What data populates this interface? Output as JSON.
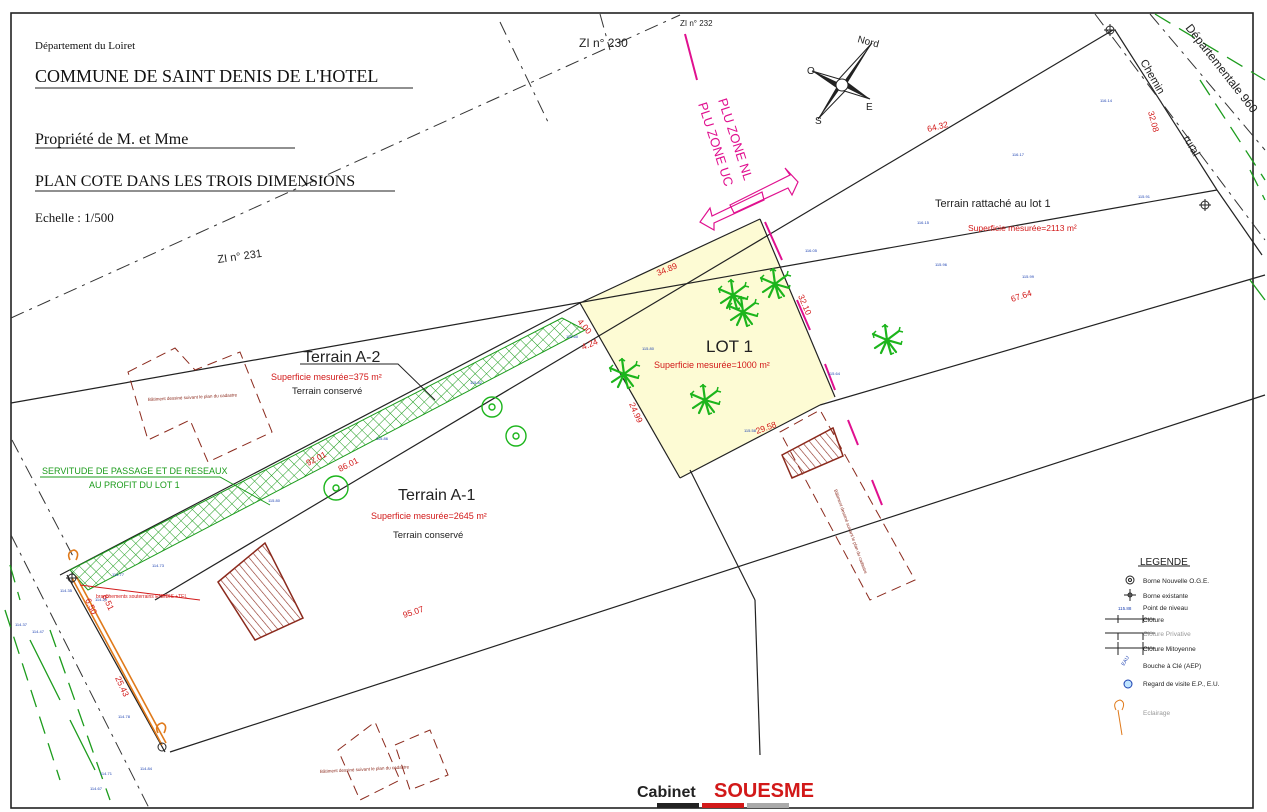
{
  "header": {
    "department": "Département du Loiret",
    "commune": "COMMUNE DE SAINT DENIS DE L'HOTEL",
    "owner": "Propriété de M. et Mme",
    "plan_title": "PLAN COTE DANS LES TROIS DIMENSIONS",
    "scale": "Echelle : 1/500"
  },
  "cadastre": {
    "zi230": "ZI n° 230",
    "zi232": "ZI n° 232",
    "zi231": "ZI n° 231"
  },
  "zones": {
    "nl": "PLU ZONE NL",
    "uc": "PLU ZONE UC"
  },
  "compass": {
    "n": "Nord",
    "o": "O",
    "s": "S",
    "e": "E"
  },
  "roads": {
    "departementale": "Départementale 960",
    "chemin": "Chemin",
    "rural": "rural"
  },
  "parcels": {
    "lot1": {
      "name": "LOT 1",
      "area": "Superficie mesurée=1000 m²"
    },
    "a2": {
      "name": "Terrain A-2",
      "area": "Superficie mesurée=375 m²",
      "status": "Terrain conservé"
    },
    "a1": {
      "name": "Terrain A-1",
      "area": "Superficie mesurée=2645 m²",
      "status": "Terrain conservé"
    },
    "attached": {
      "name": "Terrain rattaché au lot 1",
      "area": "Superficie mesurée=2113 m²"
    }
  },
  "servitude": {
    "line1": "SERVITUDE DE PASSAGE ET DE RESEAUX",
    "line2": "AU PROFIT DU LOT 1"
  },
  "buildings": {
    "cadastre_label": "Bâtiment dessiné suivant le plan du cadastre",
    "branchement": "branchements souterrains ENEDIS +TEL"
  },
  "dimensions": {
    "d6432": "64.32",
    "d3208": "32.08",
    "d3489": "34.89",
    "d3210": "32.10",
    "d6764": "67.64",
    "d400": "4.00",
    "d424": "4.24",
    "d2499": "24.99",
    "d2958": "29.58",
    "d9201": "92.01",
    "d8601": "86.01",
    "d9507": "95.07",
    "d2543": "25.43",
    "d851": "8.51",
    "d650": "6.50"
  },
  "levels": [
    "116.14",
    "116.17",
    "115.91",
    "116.15",
    "115.96",
    "116.05",
    "115.99",
    "115.80",
    "115.64",
    "115.58",
    "115.60",
    "115.82",
    "115.86",
    "115.80",
    "114.77",
    "114.73",
    "114.35",
    "114.29",
    "114.37",
    "114.78",
    "114.47",
    "114.84",
    "114.71",
    "114.67"
  ],
  "legend": {
    "title": "LEGENDE",
    "items": [
      "Borne Nouvelle O.G.E.",
      "Borne existante",
      "Point de niveau",
      "Clôture",
      "Clôture Privative",
      "Clôture Mitoyenne",
      "Bouche à Clé (AEP)",
      "Regard de visite E.P., E.U.",
      "Eclairage"
    ],
    "level_sample": "115.88",
    "eau": "EAU"
  },
  "logo": {
    "cabinet": "Cabinet",
    "name": "SOUESME"
  },
  "colors": {
    "lot1_fill": "#fdfbd4",
    "red": "#d21919",
    "green": "#1c9c1c",
    "pink": "#e0108f",
    "brown": "#8b2a1d",
    "blue": "#1a3fb0",
    "orange": "#e07a1b"
  }
}
